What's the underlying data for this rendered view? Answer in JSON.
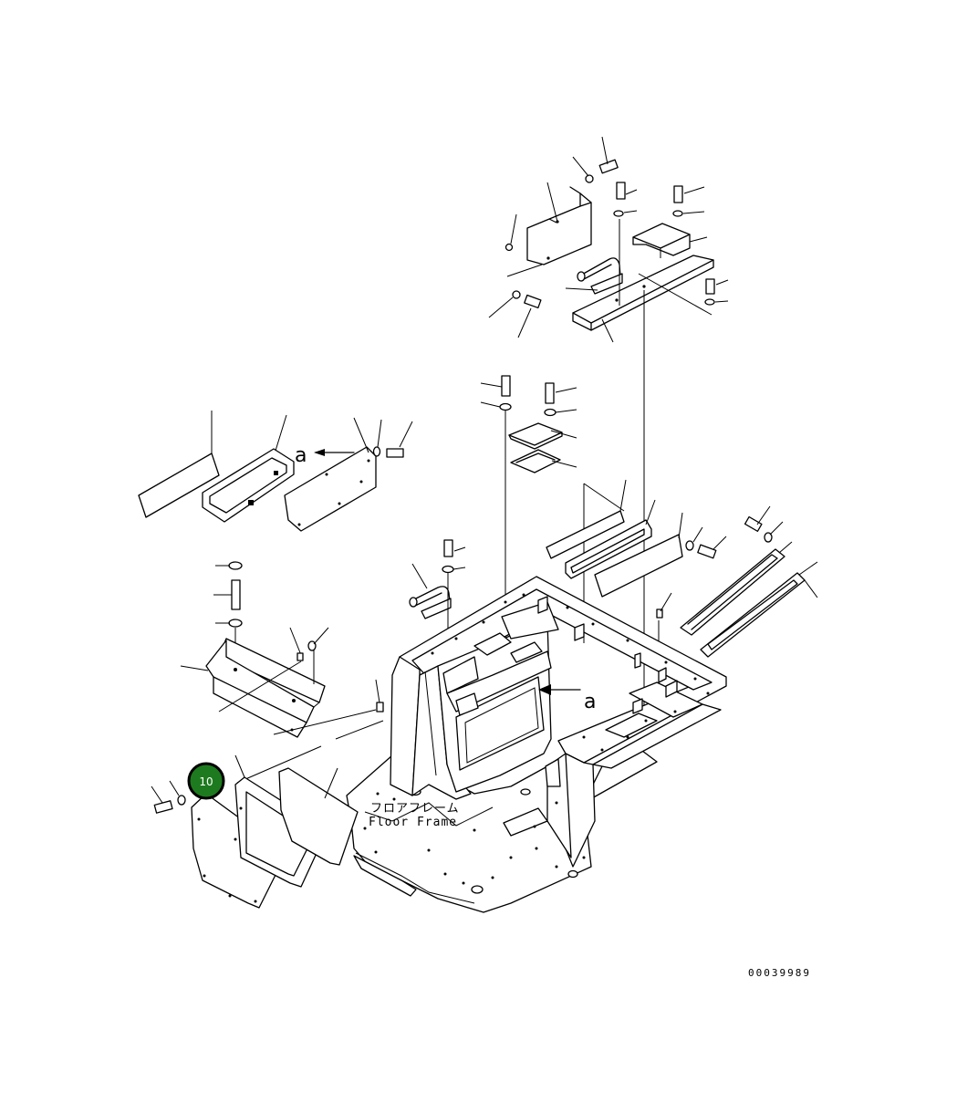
{
  "diagram": {
    "callout": {
      "number": "10",
      "color": "#1e7a1e"
    },
    "view_marker": "a",
    "floor_label_jp": "フロアフレーム",
    "floor_label_en": "Floor Frame",
    "drawing_code": "00039989"
  }
}
